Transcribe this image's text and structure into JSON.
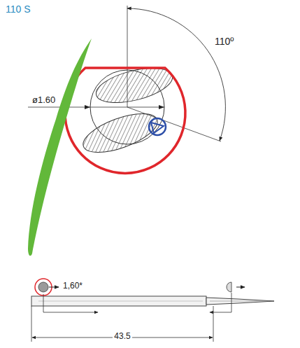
{
  "diagram": {
    "title": "110 S",
    "labels": [
      "110º",
      "ø1.60",
      "1,60*",
      "43.5"
    ]
  }
}
